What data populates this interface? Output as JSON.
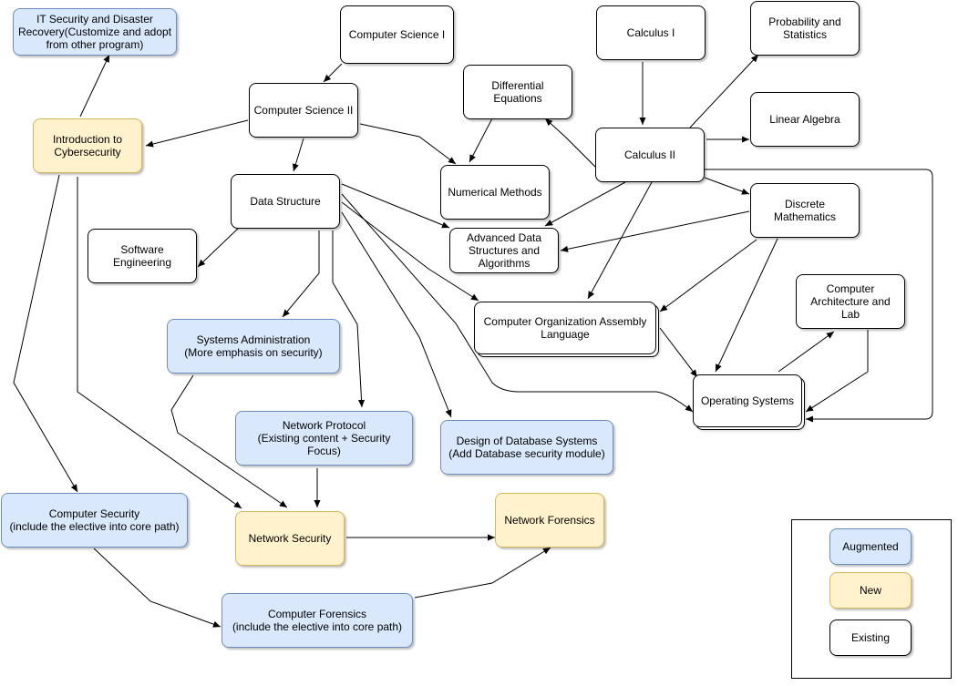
{
  "colors": {
    "augmented_fill": "#dae8fc",
    "augmented_stroke": "#6c8ebf",
    "new_fill": "#fff2cc",
    "new_stroke": "#d6b656",
    "existing_fill": "#ffffff",
    "existing_stroke": "#000000"
  },
  "nodes": {
    "it_security": "IT Security and Disaster\nRecovery(Customize and adopt\nfrom other program)",
    "cs1": "Computer Science I",
    "calc1": "Calculus I",
    "prob_stats": "Probability and\nStatistics",
    "diff_eq": "Differential Equations",
    "cs2": "Computer Science II",
    "intro_cyber": "Introduction to\nCybersecurity",
    "calc2": "Calculus II",
    "linear_algebra": "Linear Algebra",
    "numerical": "Numerical Methods",
    "data_structure": "Data Structure",
    "discrete_math": "Discrete Mathematics",
    "advanced_ds": "Advanced Data\nStructures and\nAlgorithms",
    "software_eng": "Software Engineering",
    "comp_arch": "Computer\nArchitecture and Lab",
    "comp_org": "Computer Organization Assembly\nLanguage",
    "sys_admin": "Systems Administration\n(More emphasis on security)",
    "os": "Operating Systems",
    "net_protocol": "Network Protocol\n(Existing content + Security Focus)",
    "db_design": "Design of Database Systems\n(Add Database security module)",
    "comp_security": "Computer Security\n(include the elective into core path)",
    "net_security": "Network Security",
    "net_forensics": "Network Forensics",
    "comp_forensics": "Computer Forensics\n(include the elective into core path)"
  },
  "legend": {
    "augmented": "Augmented",
    "new": "New",
    "existing": "Existing"
  }
}
